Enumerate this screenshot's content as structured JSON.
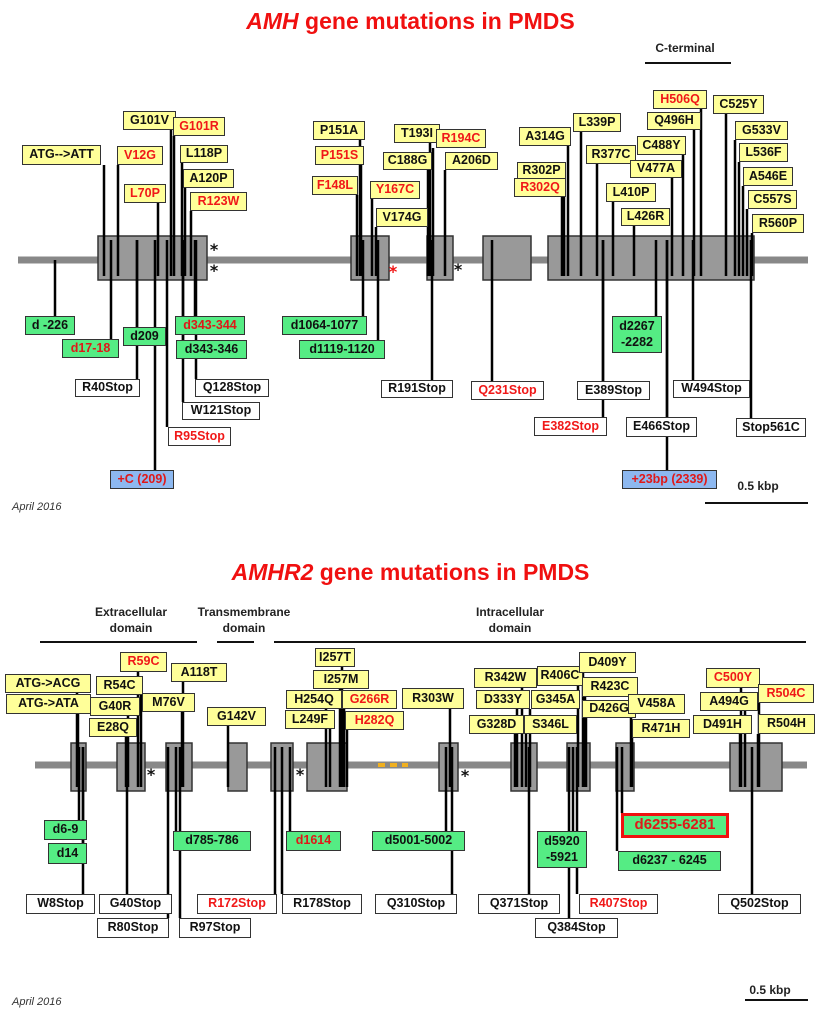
{
  "amh": {
    "title_gene": "AMH",
    "title_rest": " gene mutations  in PMDS",
    "c_terminal": "C-terminal",
    "scale": "0.5 kbp",
    "date": "April 2016",
    "labels": [
      {
        "text": "ATG-->ATT",
        "kind": "y"
      },
      {
        "text": "V12G",
        "kind": "yr"
      },
      {
        "text": "L70P",
        "kind": "yr"
      },
      {
        "text": "G101V",
        "kind": "y"
      },
      {
        "text": "G101R",
        "kind": "yr"
      },
      {
        "text": "L118P",
        "kind": "y"
      },
      {
        "text": "A120P",
        "kind": "y"
      },
      {
        "text": "R123W",
        "kind": "yr"
      },
      {
        "text": "P151A",
        "kind": "y"
      },
      {
        "text": "P151S",
        "kind": "yr"
      },
      {
        "text": "F148L",
        "kind": "yr"
      },
      {
        "text": "Y167C",
        "kind": "yr"
      },
      {
        "text": "V174G",
        "kind": "y"
      },
      {
        "text": "T193I",
        "kind": "y"
      },
      {
        "text": "R194C",
        "kind": "yr"
      },
      {
        "text": "C188G",
        "kind": "y"
      },
      {
        "text": "A206D",
        "kind": "y"
      },
      {
        "text": "A314G",
        "kind": "y"
      },
      {
        "text": "L339P",
        "kind": "y"
      },
      {
        "text": "R302P",
        "kind": "y"
      },
      {
        "text": "R302Q",
        "kind": "yr"
      },
      {
        "text": "R377C",
        "kind": "y"
      },
      {
        "text": "C488Y",
        "kind": "y"
      },
      {
        "text": "V477A",
        "kind": "y"
      },
      {
        "text": "L410P",
        "kind": "y"
      },
      {
        "text": "L426R",
        "kind": "y"
      },
      {
        "text": "H506Q",
        "kind": "yr"
      },
      {
        "text": "Q496H",
        "kind": "y"
      },
      {
        "text": "C525Y",
        "kind": "y"
      },
      {
        "text": "G533V",
        "kind": "y"
      },
      {
        "text": "L536F",
        "kind": "y"
      },
      {
        "text": "A546E",
        "kind": "y"
      },
      {
        "text": "C557S",
        "kind": "y"
      },
      {
        "text": "R560P",
        "kind": "y"
      },
      {
        "text": "d -226",
        "kind": "g"
      },
      {
        "text": "d17-18",
        "kind": "gr"
      },
      {
        "text": "d209",
        "kind": "g"
      },
      {
        "text": "d343-344",
        "kind": "gr"
      },
      {
        "text": "d343-346",
        "kind": "g"
      },
      {
        "text": "R40Stop",
        "kind": "w"
      },
      {
        "text": "Q128Stop",
        "kind": "w"
      },
      {
        "text": "W121Stop",
        "kind": "w"
      },
      {
        "text": "R95Stop",
        "kind": "wr"
      },
      {
        "text": "+C (209)",
        "kind": "b"
      },
      {
        "text": "d1064-1077",
        "kind": "g"
      },
      {
        "text": "d1119-1120",
        "kind": "g"
      },
      {
        "text": "R191Stop",
        "kind": "w"
      },
      {
        "text": "Q231Stop",
        "kind": "wr"
      },
      {
        "text": "E389Stop",
        "kind": "w"
      },
      {
        "text": "E382Stop",
        "kind": "wr"
      },
      {
        "text": "d2267 -2282",
        "kind": "g"
      },
      {
        "text": "W494Stop",
        "kind": "w"
      },
      {
        "text": "E466Stop",
        "kind": "w"
      },
      {
        "text": "Stop561C",
        "kind": "w"
      },
      {
        "text": "+23bp (2339)",
        "kind": "b"
      }
    ]
  },
  "amhr2": {
    "title_gene": "AMHR2",
    "title_rest": " gene mutations  in PMDS",
    "domains": [
      "Extracellular domain",
      "Transmembrane domain",
      "Intracellular domain"
    ],
    "scale": "0.5 kbp",
    "date": "April 2016",
    "labels": [
      {
        "text": "ATG->ACG",
        "kind": "y"
      },
      {
        "text": "ATG->ATA",
        "kind": "y"
      },
      {
        "text": "R54C",
        "kind": "y"
      },
      {
        "text": "G40R",
        "kind": "y"
      },
      {
        "text": "E28Q",
        "kind": "y"
      },
      {
        "text": "R59C",
        "kind": "yr"
      },
      {
        "text": "A118T",
        "kind": "y"
      },
      {
        "text": "M76V",
        "kind": "y"
      },
      {
        "text": "G142V",
        "kind": "y"
      },
      {
        "text": "I257T",
        "kind": "y"
      },
      {
        "text": "I257M",
        "kind": "y"
      },
      {
        "text": "H254Q",
        "kind": "y"
      },
      {
        "text": "G266R",
        "kind": "yr"
      },
      {
        "text": "L249F",
        "kind": "y"
      },
      {
        "text": "H282Q",
        "kind": "yr"
      },
      {
        "text": "R303W",
        "kind": "y"
      },
      {
        "text": "R342W",
        "kind": "y"
      },
      {
        "text": "R406C",
        "kind": "y"
      },
      {
        "text": "D409Y",
        "kind": "y"
      },
      {
        "text": "R423C",
        "kind": "y"
      },
      {
        "text": "D333Y",
        "kind": "y"
      },
      {
        "text": "G345A",
        "kind": "y"
      },
      {
        "text": "D426G",
        "kind": "y"
      },
      {
        "text": "V458A",
        "kind": "y"
      },
      {
        "text": "G328D",
        "kind": "y"
      },
      {
        "text": "S346L",
        "kind": "y"
      },
      {
        "text": "R471H",
        "kind": "y"
      },
      {
        "text": "C500Y",
        "kind": "yr"
      },
      {
        "text": "R504C",
        "kind": "yr"
      },
      {
        "text": "A494G",
        "kind": "y"
      },
      {
        "text": "D491H",
        "kind": "y"
      },
      {
        "text": "R504H",
        "kind": "y"
      },
      {
        "text": "d6-9",
        "kind": "g"
      },
      {
        "text": "d14",
        "kind": "g"
      },
      {
        "text": "d785-786",
        "kind": "g"
      },
      {
        "text": "d1614",
        "kind": "gr"
      },
      {
        "text": "d5001-5002",
        "kind": "g"
      },
      {
        "text": "d5920 -5921",
        "kind": "g"
      },
      {
        "text": "d6255-6281",
        "kind": "grb"
      },
      {
        "text": "d6237 - 6245",
        "kind": "g"
      },
      {
        "text": "W8Stop",
        "kind": "w"
      },
      {
        "text": "G40Stop",
        "kind": "w"
      },
      {
        "text": "R80Stop",
        "kind": "w"
      },
      {
        "text": "R97Stop",
        "kind": "w"
      },
      {
        "text": "R172Stop",
        "kind": "wr"
      },
      {
        "text": "R178Stop",
        "kind": "w"
      },
      {
        "text": "Q310Stop",
        "kind": "w"
      },
      {
        "text": "Q371Stop",
        "kind": "w"
      },
      {
        "text": "R407Stop",
        "kind": "wr"
      },
      {
        "text": "Q384Stop",
        "kind": "w"
      },
      {
        "text": "Q502Stop",
        "kind": "w"
      }
    ]
  }
}
